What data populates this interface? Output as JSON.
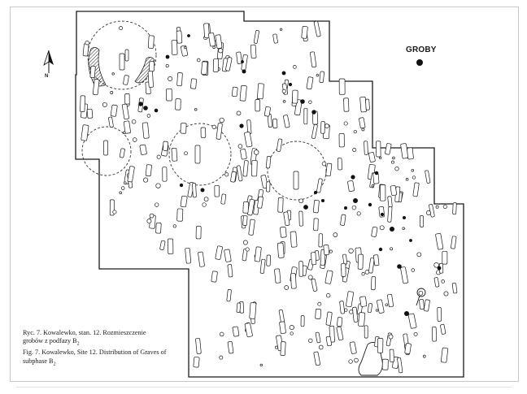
{
  "legend": {
    "label": "GROBY",
    "symbol": "filled-circle",
    "symbol_color": "#111111"
  },
  "north_arrow": {
    "label": "N",
    "icon": "north-arrow-icon"
  },
  "caption": {
    "polish_line_1": "Ryc. 7. Kowalewko, stan. 12. Rozmieszczenie",
    "polish_line_2": "grobów z podfazy B",
    "polish_subscript": "2",
    "english_line_1": "Fig. 7. Kowalewko, Site 12. Distribution of Graves of",
    "english_line_2": "subphase B",
    "english_subscript": "2"
  },
  "colors": {
    "outline": "#1a1a1a",
    "grave_fill": "#ffffff",
    "marked_grave": "#111111"
  }
}
